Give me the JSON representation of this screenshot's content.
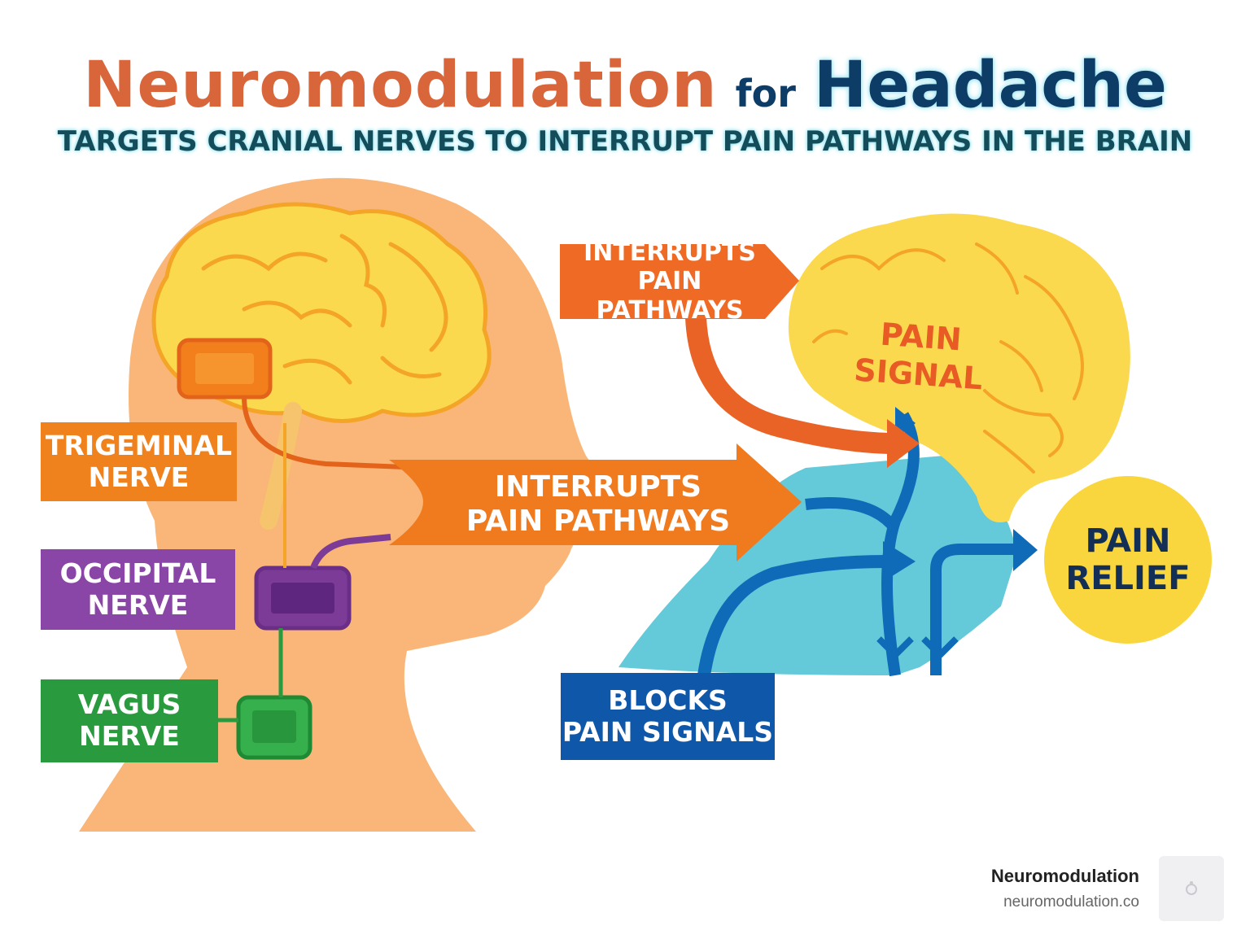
{
  "title": {
    "part1": "Neuromodulation",
    "part2": "for",
    "part3": "Headache"
  },
  "subtitle": "TARGETS CRANIAL NERVES TO INTERRUPT PAIN PATHWAYS IN THE BRAIN",
  "nerves": [
    {
      "line1": "TRIGEMINAL",
      "line2": "NERVE",
      "color": "#f0821e"
    },
    {
      "line1": "OCCIPITAL",
      "line2": "NERVE",
      "color": "#8a46a6"
    },
    {
      "line1": "VAGUS",
      "line2": "NERVE",
      "color": "#2a9a3f"
    }
  ],
  "callouts": {
    "interrupts_top": {
      "line1": "INTERRUPTS",
      "line2": "PAIN PATHWAYS",
      "color": "#ef6a25"
    },
    "interrupts_main": {
      "line1": "INTERRUPTS",
      "line2": "PAIN PATHWAYS",
      "color": "#f07a1e"
    },
    "blocks": {
      "line1": "BLOCKS",
      "line2": "PAIN SIGNALS",
      "color": "#0f57a8"
    }
  },
  "brain_label": {
    "line1": "PAIN",
    "line2": "SIGNAL"
  },
  "relief": {
    "line1": "PAIN",
    "line2": "RELIEF"
  },
  "colors": {
    "head": "#f9b678",
    "brain": "#fbd94f",
    "brain_outline": "#f4a426",
    "flow": "#5cc6d6",
    "blue_arrow": "#0f6ab8"
  },
  "footer": {
    "brand": "Neuromodulation",
    "url": "neuromodulation.co"
  }
}
